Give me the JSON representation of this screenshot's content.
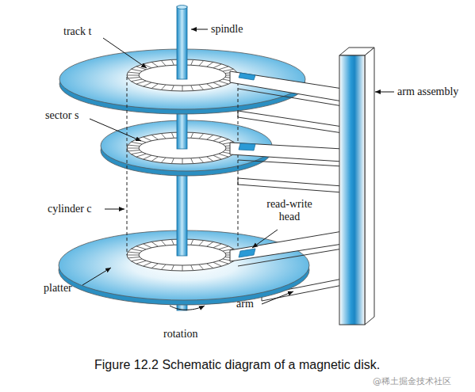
{
  "diagram": {
    "caption": "Figure 12.2 Schematic diagram of a magnetic disk.",
    "labels": [
      "track t",
      "spindle",
      "arm assembly",
      "sector s",
      "cylinder c",
      "read-write head",
      "platter",
      "arm",
      "rotation",
      "@稀土掘金技术社区"
    ]
  }
}
